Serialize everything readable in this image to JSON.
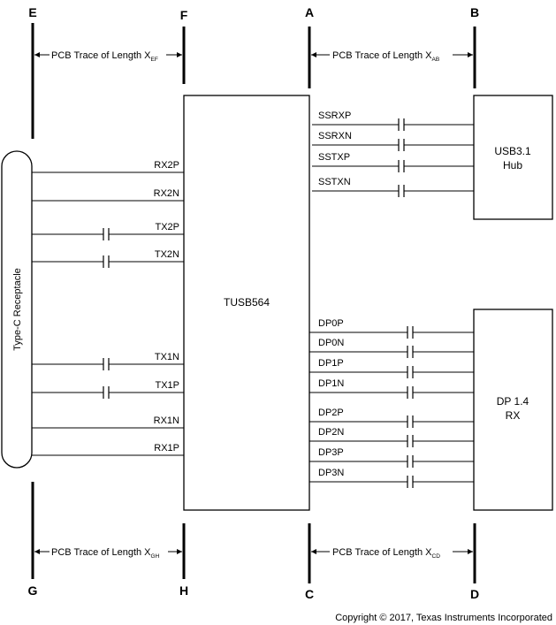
{
  "points": {
    "E": "E",
    "F": "F",
    "A": "A",
    "B": "B",
    "G": "G",
    "H": "H",
    "C": "C",
    "D": "D"
  },
  "traces": {
    "ef": {
      "text": "PCB Trace of Length X",
      "sub": "EF"
    },
    "ab": {
      "text": "PCB Trace of Length X",
      "sub": "AB"
    },
    "gh": {
      "text": "PCB Trace of Length X",
      "sub": "GH"
    },
    "cd": {
      "text": "PCB Trace of Length X",
      "sub": "CD"
    }
  },
  "chip": {
    "label": "TUSB564"
  },
  "receptacle": {
    "label": "Type-C Receptacle"
  },
  "hub": {
    "line1": "USB3.1",
    "line2": "Hub"
  },
  "dp": {
    "line1": "DP 1.4",
    "line2": "RX"
  },
  "left_signals": [
    "RX2P",
    "RX2N",
    "TX2P",
    "TX2N",
    "TX1N",
    "TX1P",
    "RX1N",
    "RX1P"
  ],
  "usb_signals": [
    "SSRXP",
    "SSRXN",
    "SSTXP",
    "SSTXN"
  ],
  "dp_signals": [
    "DP0P",
    "DP0N",
    "DP1P",
    "DP1N",
    "DP2P",
    "DP2N",
    "DP3P",
    "DP3N"
  ],
  "copyright": "Copyright © 2017, Texas Instruments Incorporated"
}
